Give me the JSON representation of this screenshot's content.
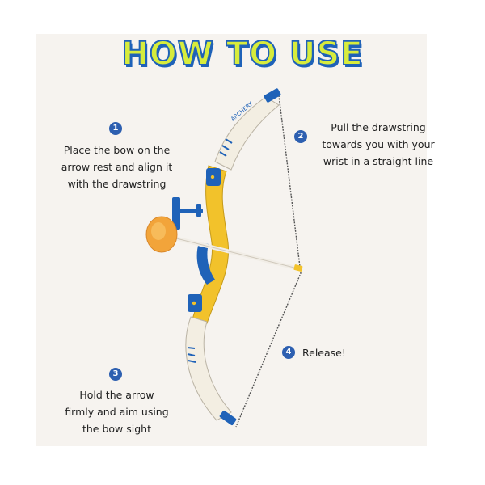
{
  "title": "HOW TO USE",
  "colors": {
    "background": "#f6f3ef",
    "title_fill": "#d7ec3c",
    "title_outline": "#1f62b8",
    "badge": "#2d5fb0",
    "limb": "#f3eee2",
    "riser": "#f2c22b",
    "accent_blue": "#1f62b8",
    "suction_cup": "#f2a43a"
  },
  "bow": {
    "limb_label": "ARCHERY"
  },
  "steps": [
    {
      "number": "1",
      "lines": [
        "Place the bow on the",
        "arrow rest and align it",
        "with the drawstring"
      ]
    },
    {
      "number": "2",
      "lines": [
        "Pull the drawstring",
        "towards you with your",
        "wrist in a straight line"
      ]
    },
    {
      "number": "3",
      "lines": [
        "Hold the arrow",
        "firmly and aim using",
        "the bow sight"
      ]
    },
    {
      "number": "4",
      "lines": [
        "Release!"
      ]
    }
  ]
}
